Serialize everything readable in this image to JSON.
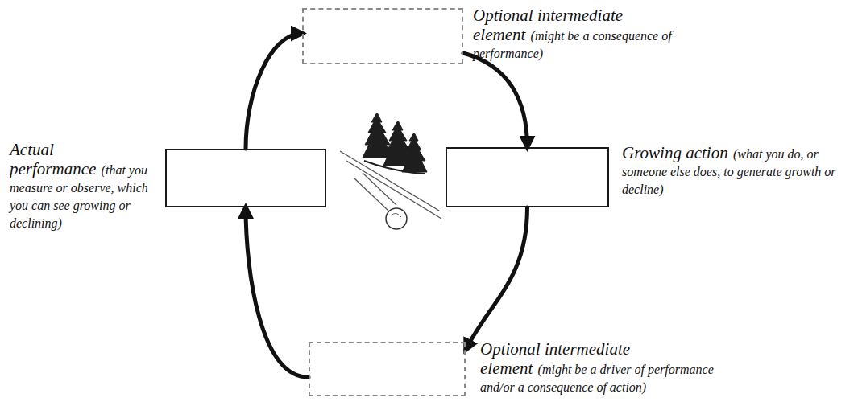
{
  "diagram": {
    "nodes": [
      {
        "text": [
          "Optional intermediate element",
          "(might be a consequence of performance)"
        ]
      },
      {
        "text": [
          "Actual performance",
          "(that you measure or observe, which you can see growing or declining)"
        ]
      },
      {
        "text": [
          "Growing action",
          "(what you do, or someone else does, to generate growth or decline)"
        ]
      },
      {
        "text": [
          "Optional intermediate element",
          "(might be a driver of performance and/or a consequence of action)"
        ]
      }
    ],
    "edges": [
      {
        "from": 0,
        "to": 2,
        "arrow": "to"
      },
      {
        "from": 2,
        "to": 3,
        "arrow": "to"
      },
      {
        "from": 3,
        "to": 1,
        "arrow": "to"
      },
      {
        "from": 1,
        "to": 0,
        "arrow": "to"
      }
    ]
  }
}
